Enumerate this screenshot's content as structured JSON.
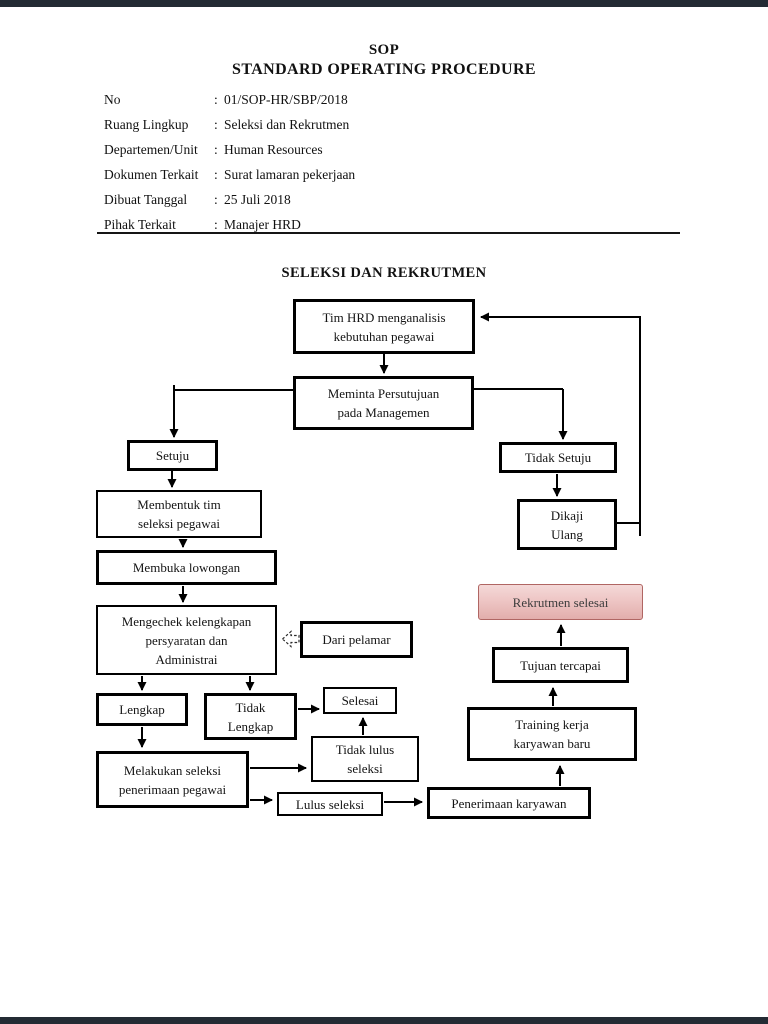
{
  "document": {
    "title_line1": "SOP",
    "title_line2": "STANDARD OPERATING PROCEDURE",
    "fields": [
      {
        "label": "No",
        "sep": ":",
        "value": "01/SOP-HR/SBP/2018"
      },
      {
        "label": "Ruang Lingkup",
        "sep": ":",
        "value": "Seleksi dan Rekrutmen"
      },
      {
        "label": "Departemen/Unit",
        "sep": ":",
        "value": "Human Resources"
      },
      {
        "label": "Dokumen Terkait",
        "sep": ":",
        "value": "Surat lamaran pekerjaan"
      },
      {
        "label": "Dibuat Tanggal",
        "sep": ":",
        "value": "25 Juli 2018"
      },
      {
        "label": "Pihak Terkait",
        "sep": ":",
        "value": "Manajer HRD"
      }
    ]
  },
  "flowchart": {
    "title": "SELEKSI DAN REKRUTMEN",
    "nodes": {
      "tim_hrd": "Tim HRD menganalisis\nkebutuhan pegawai",
      "meminta": "Meminta Persutujuan\npada Managemen",
      "setuju": "Setuju",
      "tidak_setuju": "Tidak Setuju",
      "membentuk": "Membentuk tim\nseleksi pegawai",
      "dikaji": "Dikaji\nUlang",
      "membuka": "Membuka lowongan",
      "rekrutmen_selesai": "Rekrutmen selesai",
      "mengechek": "Mengechek kelengkapan\npersyaratan dan\nAdministrai",
      "dari_pelamar": "Dari pelamar",
      "tujuan": "Tujuan tercapai",
      "lengkap": "Lengkap",
      "tidak_lengkap": "Tidak\nLengkap",
      "selesai": "Selesai",
      "training": "Training kerja\nkaryawan baru",
      "tidak_lulus": "Tidak lulus\nseleksi",
      "melakukan": "Melakukan seleksi\npenerimaan pegawai",
      "lulus": "Lulus seleksi",
      "penerimaan": "Penerimaan karyawan"
    }
  },
  "colors": {
    "accent_fill": "#eec6c5",
    "accent_border": "#b06663",
    "line": "#000000",
    "frame_bar": "#232b34"
  }
}
